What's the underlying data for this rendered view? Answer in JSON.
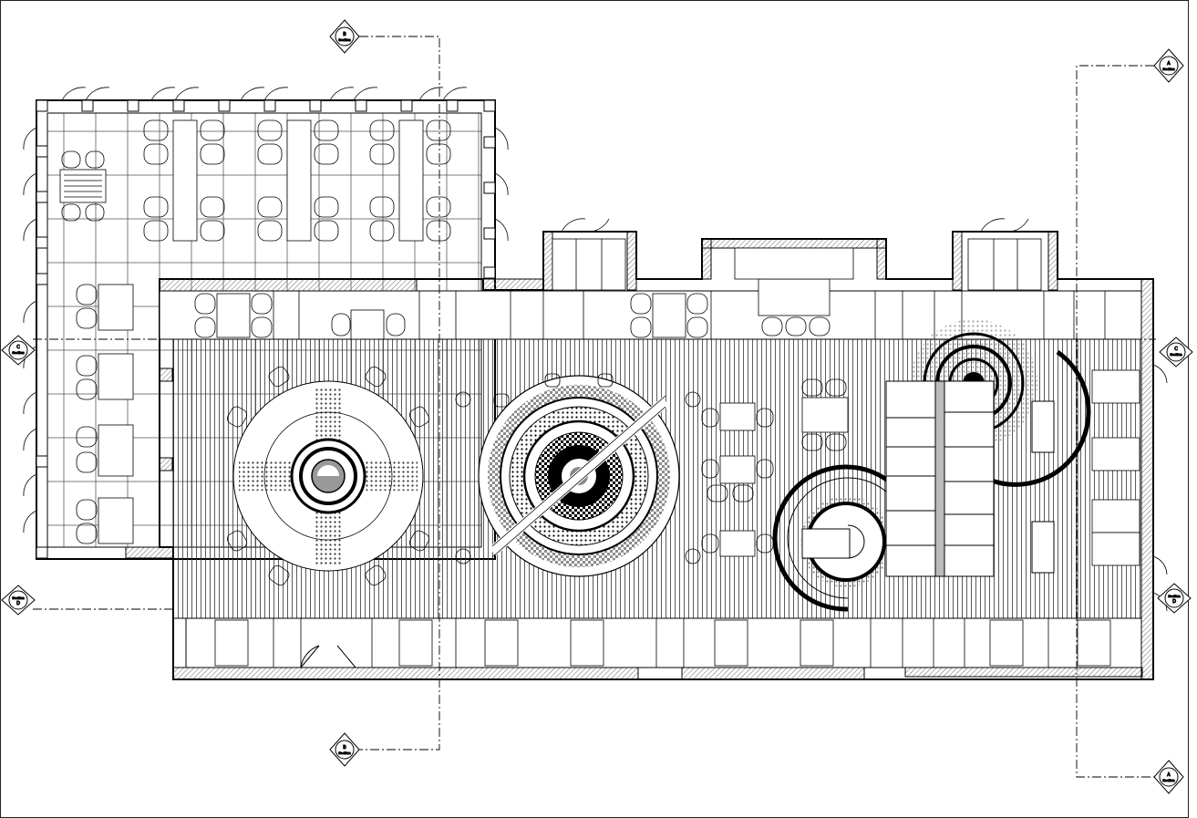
{
  "drawing": {
    "line_color": "#000000",
    "background": "#ffffff",
    "hatch_color": "#888888",
    "floor_texture": "vertical-plank-lines",
    "section_markers": [
      {
        "id": "B-top",
        "letter": "B",
        "label": "Section",
        "direction": "vertical"
      },
      {
        "id": "B-bottom",
        "letter": "B",
        "label": "Section",
        "direction": "vertical"
      },
      {
        "id": "A-top",
        "letter": "A",
        "label": "Section",
        "direction": "vertical"
      },
      {
        "id": "A-bottom",
        "letter": "A",
        "label": "Section",
        "direction": "vertical"
      },
      {
        "id": "C-left",
        "letter": "C",
        "label": "Section",
        "direction": "horizontal"
      },
      {
        "id": "C-right",
        "letter": "C",
        "label": "Section",
        "direction": "horizontal"
      },
      {
        "id": "D-left",
        "letter": "D",
        "label": "Section",
        "direction": "horizontal"
      },
      {
        "id": "D-right",
        "letter": "D",
        "label": "Section",
        "direction": "horizontal"
      }
    ],
    "icons": [
      "section-marker-icon",
      "door-swing-icon",
      "column-icon",
      "table-icon",
      "chair-icon",
      "round-booth-icon",
      "mandala-icon",
      "spiral-icon"
    ]
  }
}
